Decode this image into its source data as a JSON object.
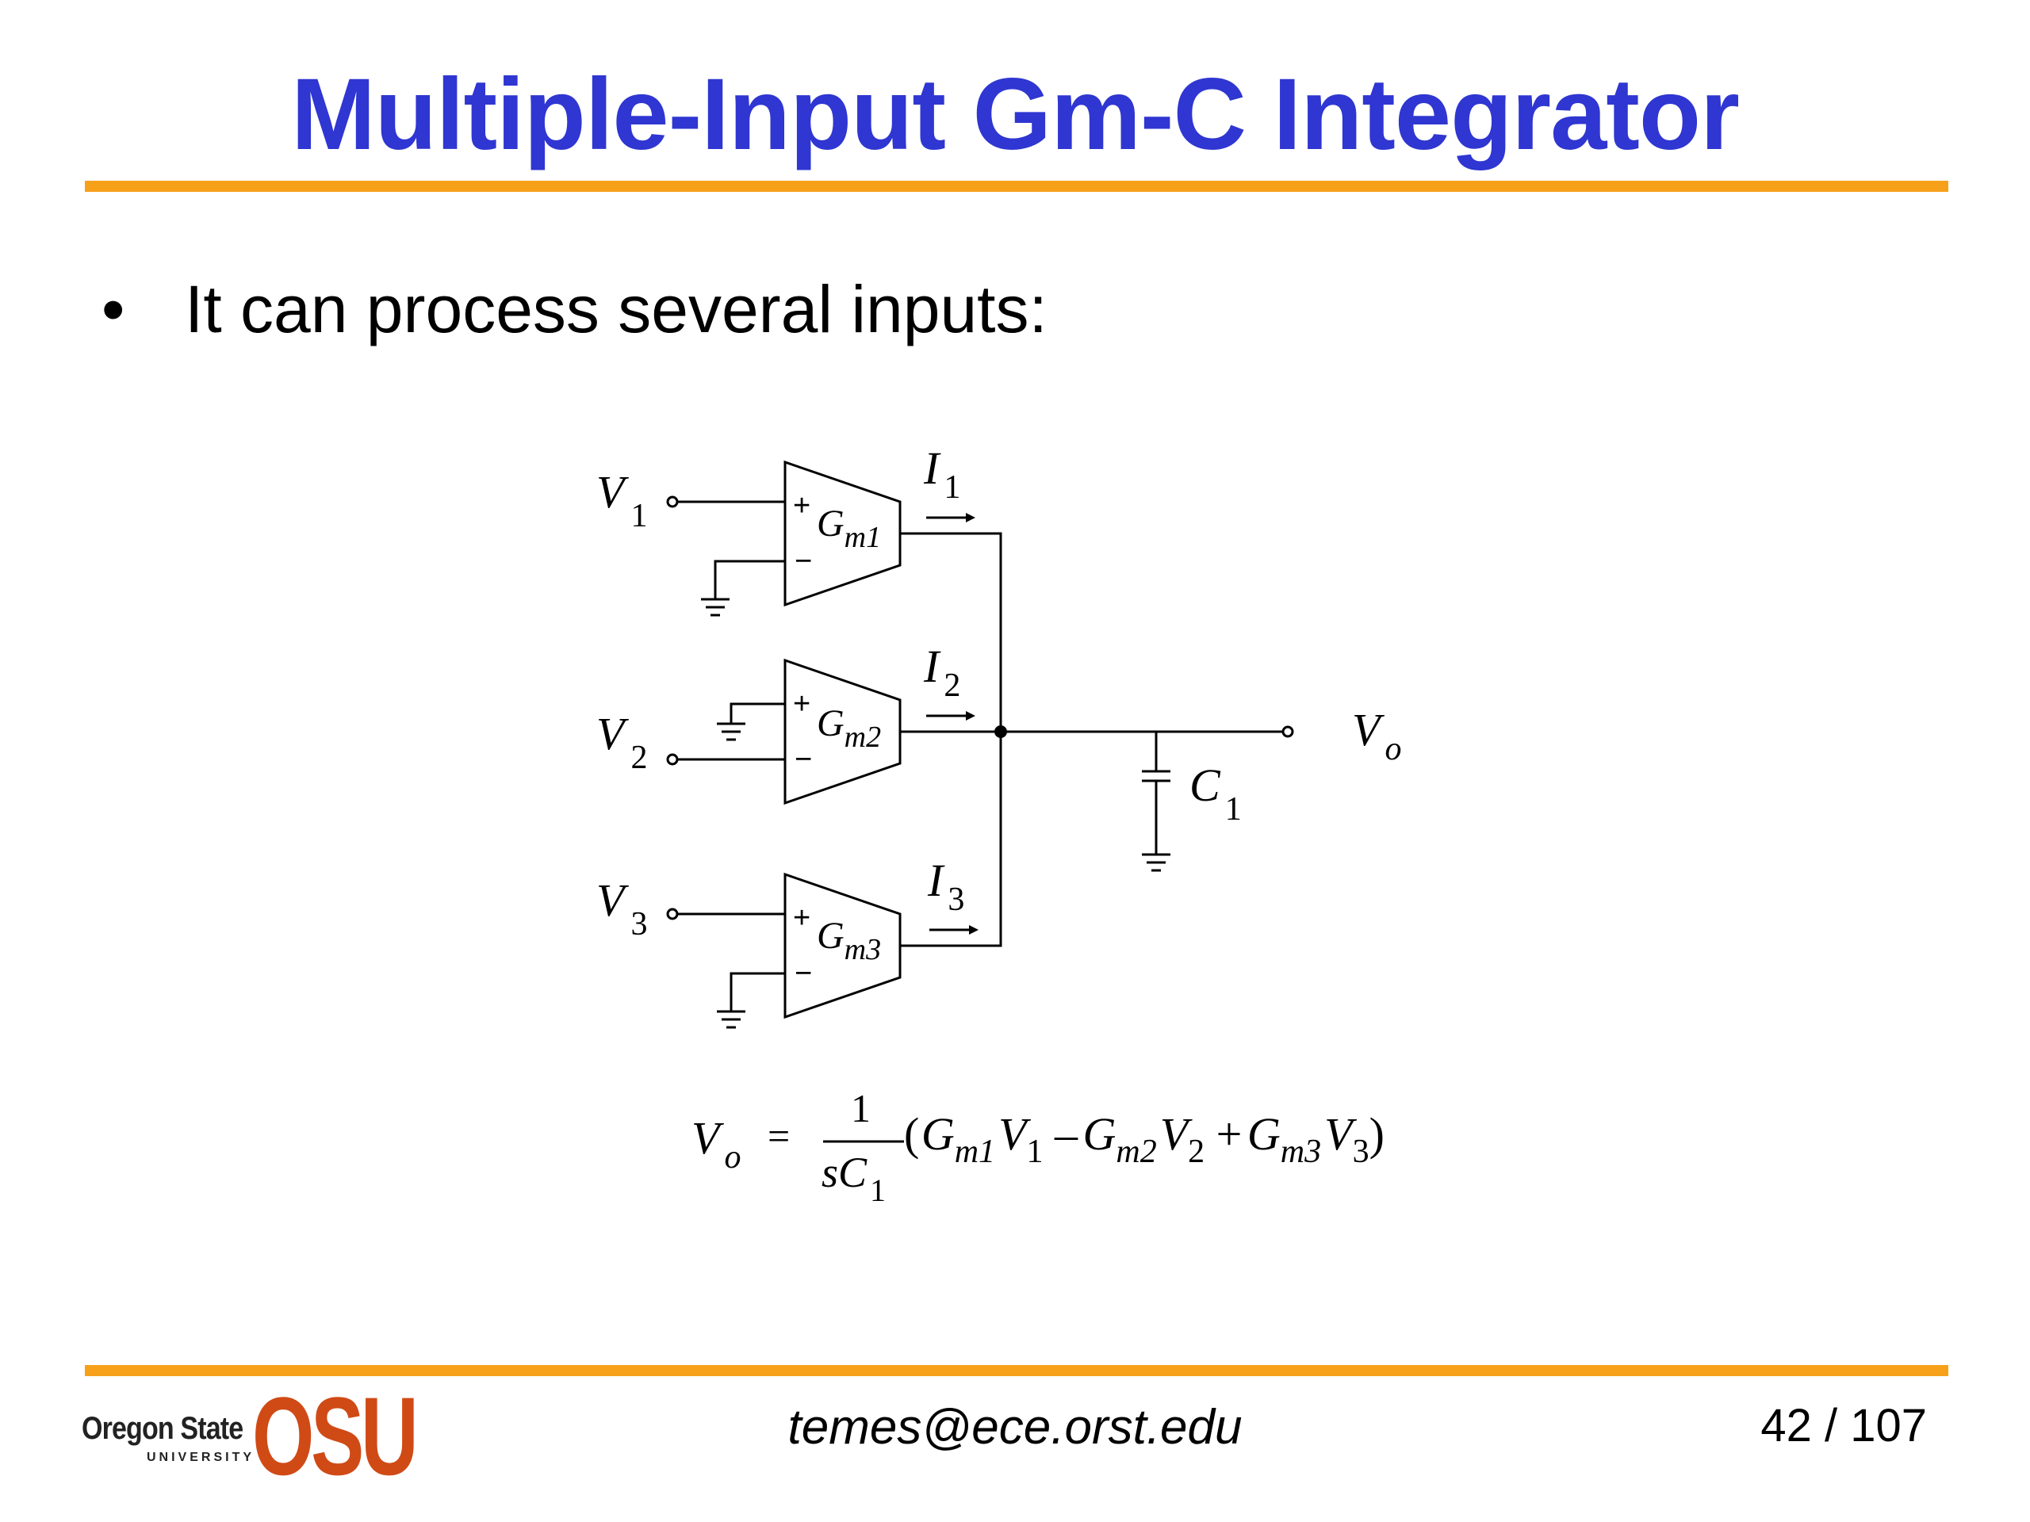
{
  "slide": {
    "title": "Multiple-Input Gm-C Integrator",
    "bullet_marker": "•",
    "bullet_text": "It can process several inputs:"
  },
  "diagram": {
    "inputs": [
      {
        "v_main": "V",
        "v_sub": "1",
        "gm_main": "G",
        "gm_sub": "m1",
        "i_main": "I",
        "i_sub": "1",
        "grounded_input": "minus"
      },
      {
        "v_main": "V",
        "v_sub": "2",
        "gm_main": "G",
        "gm_sub": "m2",
        "i_main": "I",
        "i_sub": "2",
        "grounded_input": "plus"
      },
      {
        "v_main": "V",
        "v_sub": "3",
        "gm_main": "G",
        "gm_sub": "m3",
        "i_main": "I",
        "i_sub": "3",
        "grounded_input": "minus"
      }
    ],
    "plus_sign": "+",
    "minus_sign": "−",
    "capacitor": {
      "main": "C",
      "sub": "1"
    },
    "output": {
      "main": "V",
      "sub": "o"
    }
  },
  "equation": {
    "lhs_main": "V",
    "lhs_sub": "o",
    "equals": "=",
    "numerator": "1",
    "den_main": "sC",
    "den_sub": "1",
    "open_paren": "(",
    "t1_g": "G",
    "t1_gsub": "m1",
    "t1_v": "V",
    "t1_vsub": "1",
    "op1": "–",
    "t2_g": "G",
    "t2_gsub": "m2",
    "t2_v": "V",
    "t2_vsub": "2",
    "op2": "+",
    "t3_g": "G",
    "t3_gsub": "m3",
    "t3_v": "V",
    "t3_vsub": "3",
    "close_paren": ")"
  },
  "footer": {
    "logo_text": "Oregon State",
    "logo_university": "UNIVERSITY",
    "logo_osu": "OSU",
    "email": "temes@ece.orst.edu",
    "page": "42 / 107"
  },
  "colors": {
    "title": "#2f36d1",
    "rule": "#f7a01a",
    "osu_orange": "#d04a16"
  }
}
